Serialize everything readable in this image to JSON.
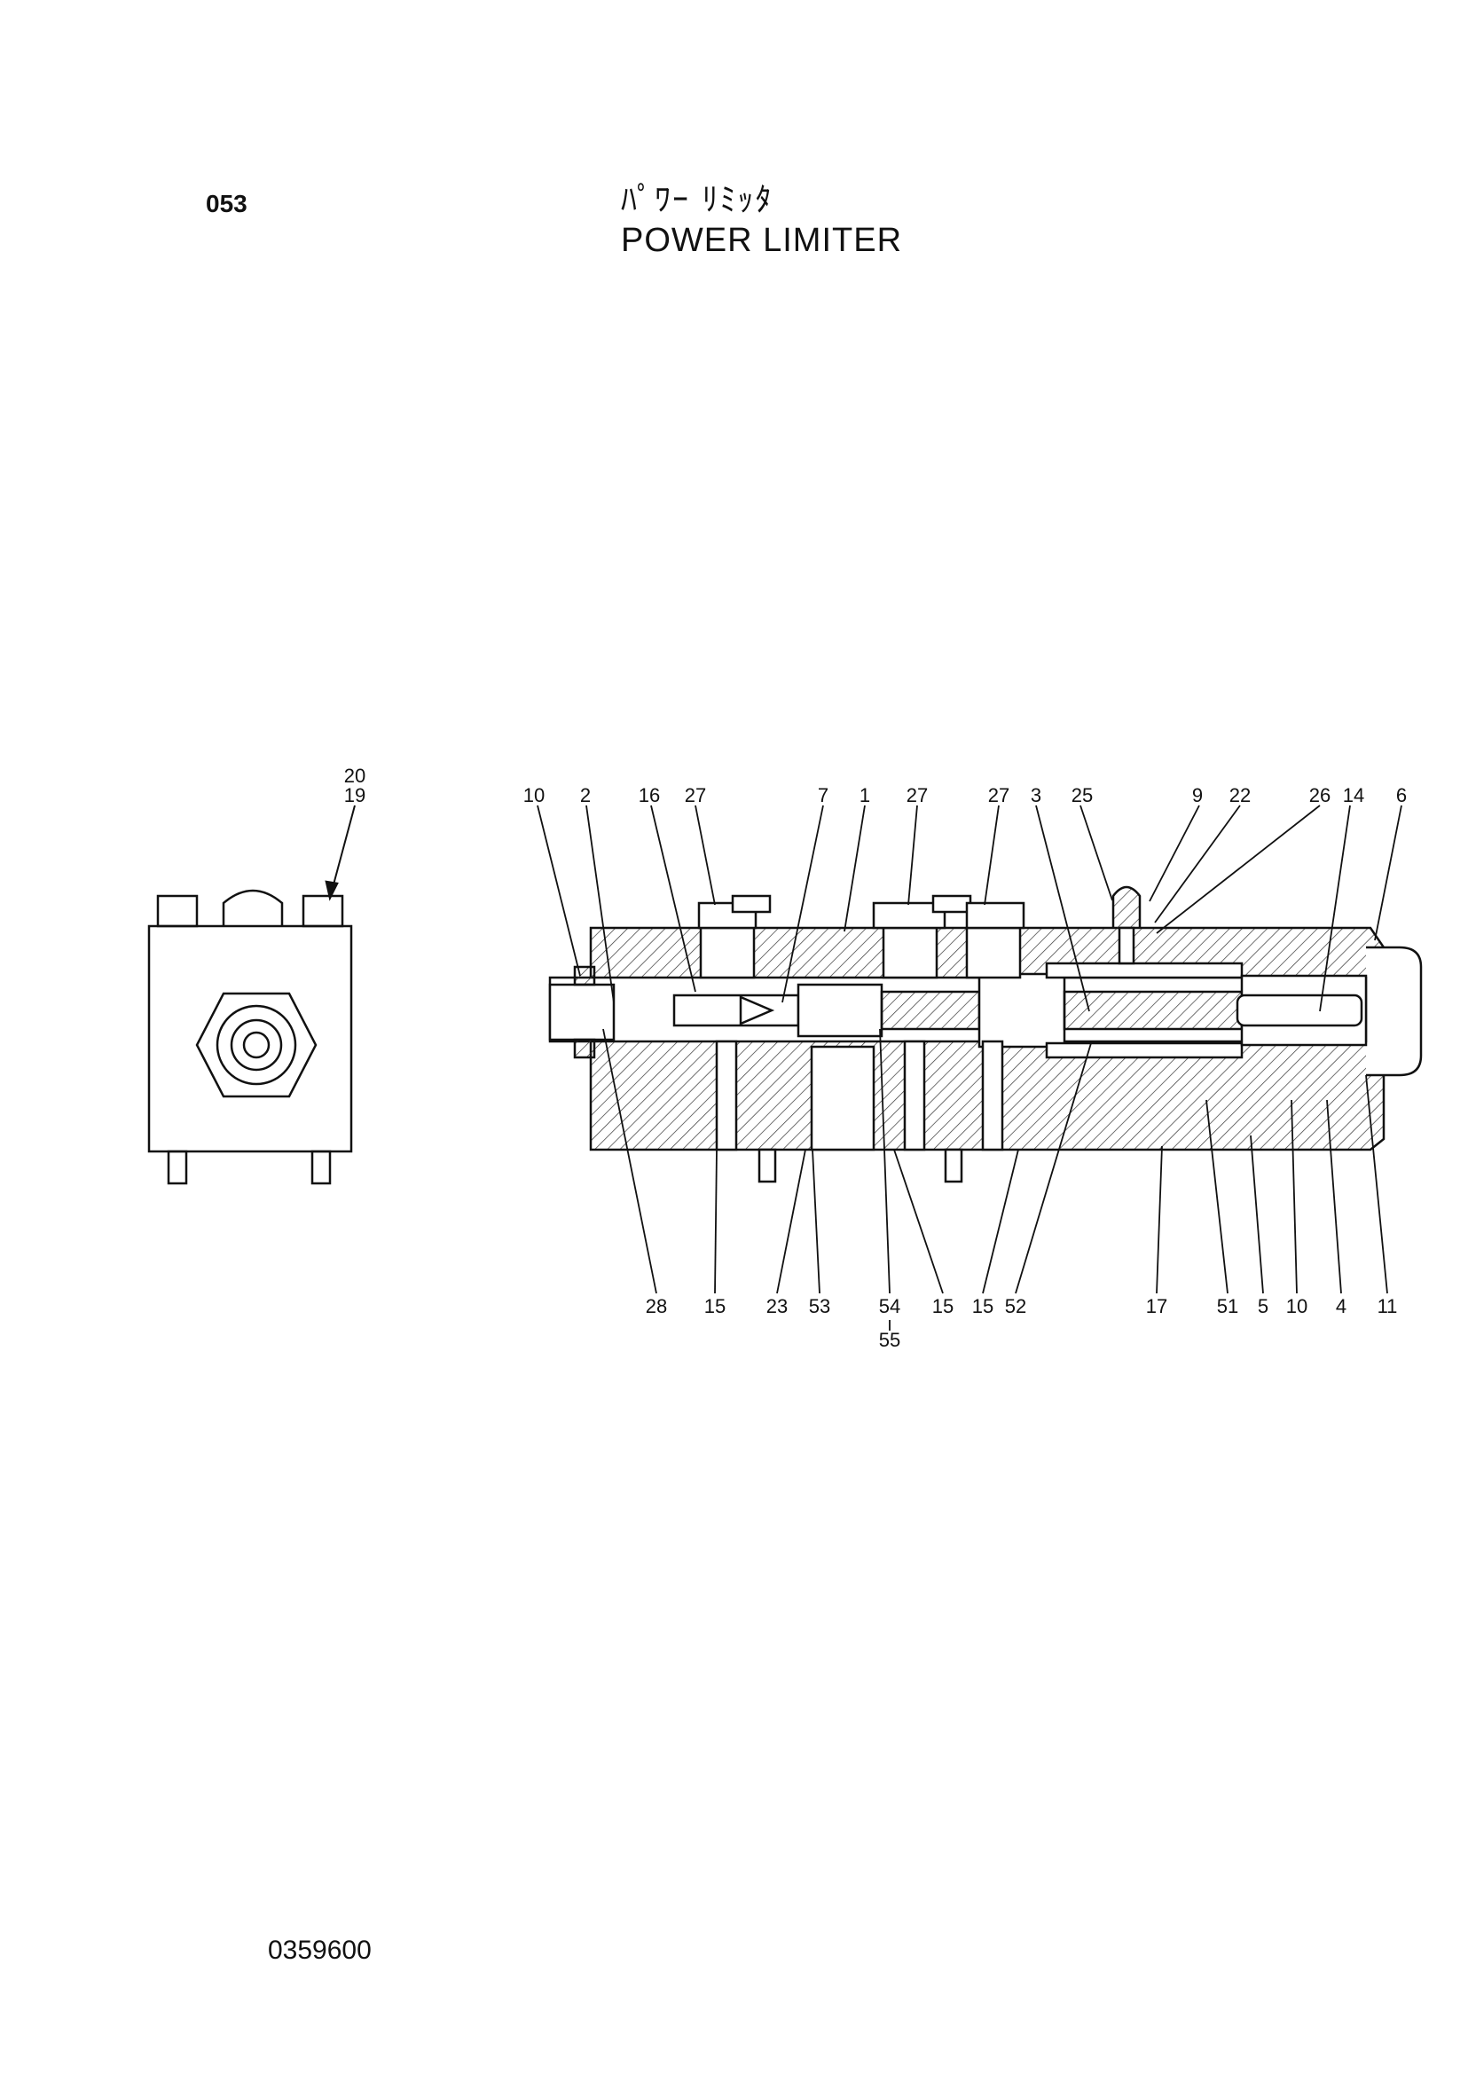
{
  "header": {
    "page_number": "053",
    "title_jp": "ﾊﾟﾜｰ ﾘﾐｯﾀ",
    "title_en": "POWER LIMITER"
  },
  "footer": {
    "drawing_number": "0359600"
  },
  "diagram": {
    "side_view_callouts": [
      "20",
      "19"
    ],
    "top_callouts": [
      "10",
      "2",
      "16",
      "27",
      "7",
      "1",
      "27",
      "27",
      "3",
      "25",
      "9",
      "22",
      "26",
      "14",
      "6"
    ],
    "bottom_callouts": [
      "28",
      "15",
      "23",
      "53",
      "54",
      "15",
      "15",
      "52",
      "17",
      "51",
      "5",
      "10",
      "4",
      "11"
    ],
    "bottom_sub_callout": "55"
  }
}
